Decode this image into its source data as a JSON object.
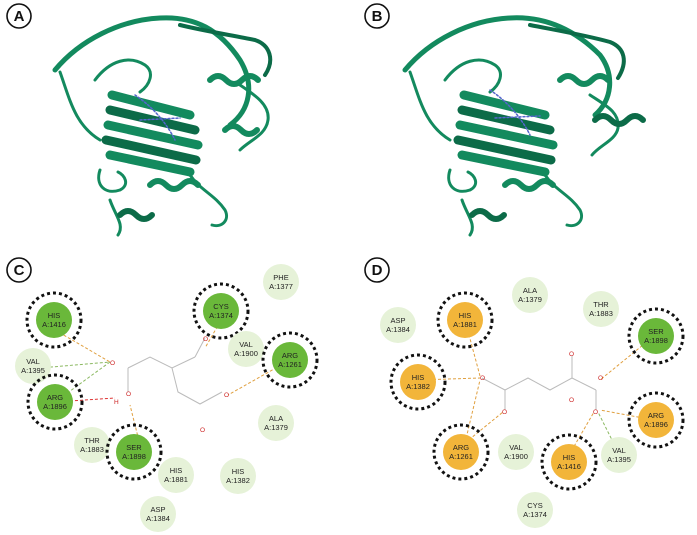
{
  "panels": [
    {
      "label": "A"
    },
    {
      "label": "B"
    },
    {
      "label": "C"
    },
    {
      "label": "D"
    }
  ],
  "colors": {
    "protein": "#138a5e",
    "protein_dark": "#0c6b48",
    "ligand_dots": "#5566cc",
    "residue_light": "#e6f2d8",
    "residue_green": "#6ab83a",
    "residue_orange": "#f2b53a",
    "hbond": "#e0a040",
    "polar": "#cc2222"
  },
  "panel_c": {
    "residues": [
      {
        "name": "HIS",
        "id": "A:1416",
        "kind": "green"
      },
      {
        "name": "CYS",
        "id": "A:1374",
        "kind": "green"
      },
      {
        "name": "PHE",
        "id": "A:1377",
        "kind": "light"
      },
      {
        "name": "VAL",
        "id": "A:1395",
        "kind": "light"
      },
      {
        "name": "VAL",
        "id": "A:1900",
        "kind": "light"
      },
      {
        "name": "ARG",
        "id": "A:1261",
        "kind": "green"
      },
      {
        "name": "ARG",
        "id": "A:1896",
        "kind": "green"
      },
      {
        "name": "ALA",
        "id": "A:1379",
        "kind": "light"
      },
      {
        "name": "THR",
        "id": "A:1883",
        "kind": "light"
      },
      {
        "name": "SER",
        "id": "A:1898",
        "kind": "green"
      },
      {
        "name": "HIS",
        "id": "A:1881",
        "kind": "light"
      },
      {
        "name": "HIS",
        "id": "A:1382",
        "kind": "light"
      },
      {
        "name": "ASP",
        "id": "A:1384",
        "kind": "light"
      }
    ],
    "atoms": [
      "O",
      "O",
      "O",
      "O",
      "O",
      "H"
    ]
  },
  "panel_d": {
    "residues": [
      {
        "name": "ALA",
        "id": "A:1379",
        "kind": "light"
      },
      {
        "name": "ASP",
        "id": "A:1384",
        "kind": "light"
      },
      {
        "name": "HIS",
        "id": "A:1881",
        "kind": "orange"
      },
      {
        "name": "THR",
        "id": "A:1883",
        "kind": "light"
      },
      {
        "name": "SER",
        "id": "A:1898",
        "kind": "green"
      },
      {
        "name": "HIS",
        "id": "A:1382",
        "kind": "orange"
      },
      {
        "name": "ARG",
        "id": "A:1896",
        "kind": "orange"
      },
      {
        "name": "ARG",
        "id": "A:1261",
        "kind": "orange"
      },
      {
        "name": "VAL",
        "id": "A:1900",
        "kind": "light"
      },
      {
        "name": "HIS",
        "id": "A:1416",
        "kind": "orange"
      },
      {
        "name": "VAL",
        "id": "A:1395",
        "kind": "light"
      },
      {
        "name": "CYS",
        "id": "A:1374",
        "kind": "light"
      }
    ],
    "atoms": [
      "O",
      "O",
      "O",
      "O",
      "O",
      "O"
    ]
  }
}
